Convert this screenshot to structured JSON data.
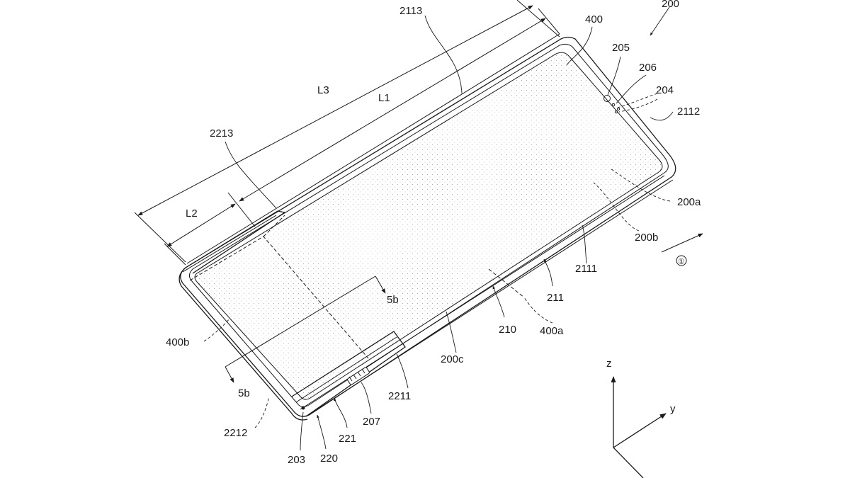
{
  "figure": {
    "labels": {
      "fig_ref": "200",
      "screen": "400",
      "camera": "205",
      "sensor": "206",
      "sensor2": "204",
      "edge_top": "2113",
      "edge_right": "2112",
      "front": "200a",
      "back": "200b",
      "side": "200c",
      "frame_long": "2111",
      "frame": "211",
      "housing": "210",
      "screen_a": "400a",
      "screen_b": "400b",
      "slide_plate": "2213",
      "slide_edge": "2211",
      "slide_end": "2212",
      "hinge": "203",
      "slider": "220",
      "slider_cover": "221",
      "port": "207",
      "dim_l1": "L1",
      "dim_l2": "L2",
      "dim_l3": "L3",
      "section_top": "5b",
      "section_bottom": "5b",
      "direction": "①",
      "axis_z": "z",
      "axis_y": "y"
    }
  }
}
